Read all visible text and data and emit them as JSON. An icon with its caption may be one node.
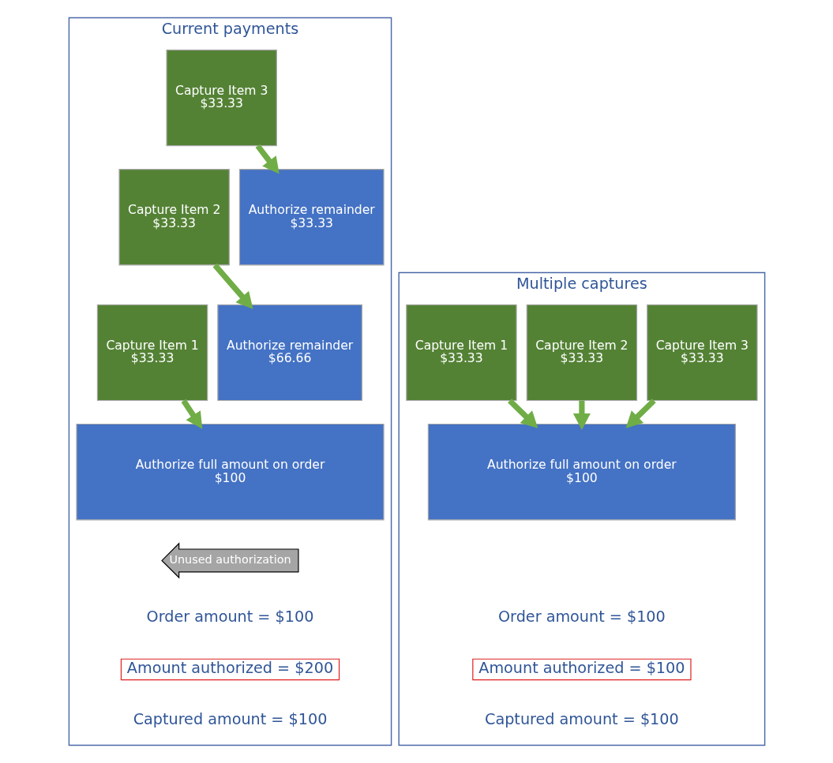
{
  "diagram": {
    "nodes": [
      {
        "text": [
          "Current payments"
        ]
      },
      {
        "text": [
          "Multiple captures"
        ]
      },
      {
        "text": [
          "Capture Item 3",
          "$33.33"
        ],
        "in": 0
      },
      {
        "text": [
          "Capture Item 2",
          "$33.33"
        ],
        "in": 0
      },
      {
        "text": [
          "Authorize remainder",
          "$33.33"
        ],
        "in": 0
      },
      {
        "text": [
          "Capture Item 1",
          "$33.33"
        ],
        "in": 0
      },
      {
        "text": [
          "Authorize remainder",
          "$66.66"
        ],
        "in": 0
      },
      {
        "text": [
          "Authorize full amount on order",
          "$100"
        ],
        "in": 0
      },
      {
        "text": [
          "Amount authorized = $200"
        ],
        "in": 0
      },
      {
        "text": [
          "Capture Item 1",
          "$33.33"
        ],
        "in": 1
      },
      {
        "text": [
          "Capture Item 2",
          "$33.33"
        ],
        "in": 1
      },
      {
        "text": [
          "Capture Item 3",
          "$33.33"
        ],
        "in": 1
      },
      {
        "text": [
          "Authorize full amount on order",
          "$100"
        ],
        "in": 1
      },
      {
        "text": [
          "Amount authorized = $100"
        ],
        "in": 1
      }
    ],
    "edges": [
      {
        "from": 2,
        "to": 4,
        "arrow": "to"
      },
      {
        "from": 3,
        "to": 6,
        "arrow": "to"
      },
      {
        "from": 5,
        "to": 7,
        "arrow": "to"
      },
      {
        "from": 9,
        "to": 12,
        "arrow": "to"
      },
      {
        "from": 10,
        "to": 12,
        "arrow": "to"
      },
      {
        "from": 11,
        "to": 12,
        "arrow": "to"
      }
    ],
    "labels": [
      "Unused authorization",
      "Order amount = $100",
      "Captured amount = $100",
      "Order amount = $100",
      "Captured amount = $100"
    ]
  }
}
